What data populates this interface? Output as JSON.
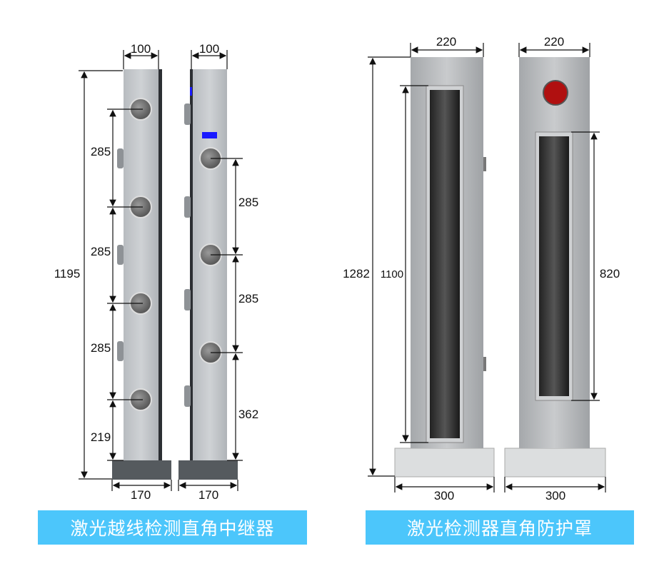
{
  "repeater": {
    "title": "激光越线检测直角中继器",
    "width_top_left": "100",
    "width_top_right": "100",
    "height_total": "1195",
    "left_spacings": [
      "285",
      "285",
      "285",
      "219"
    ],
    "right_spacings": [
      "285",
      "285",
      "362"
    ],
    "base_left": "170",
    "base_right": "170"
  },
  "cover": {
    "title": "激光检测器直角防护罩",
    "width_top_left": "220",
    "width_top_right": "220",
    "height_total": "1282",
    "window_left": "1100",
    "window_right": "820",
    "base_left": "300",
    "base_right": "300"
  },
  "colors": {
    "banner": "#4cc6fb",
    "indicator_blue": "#1a1aff",
    "indicator_red": "#b01010"
  }
}
